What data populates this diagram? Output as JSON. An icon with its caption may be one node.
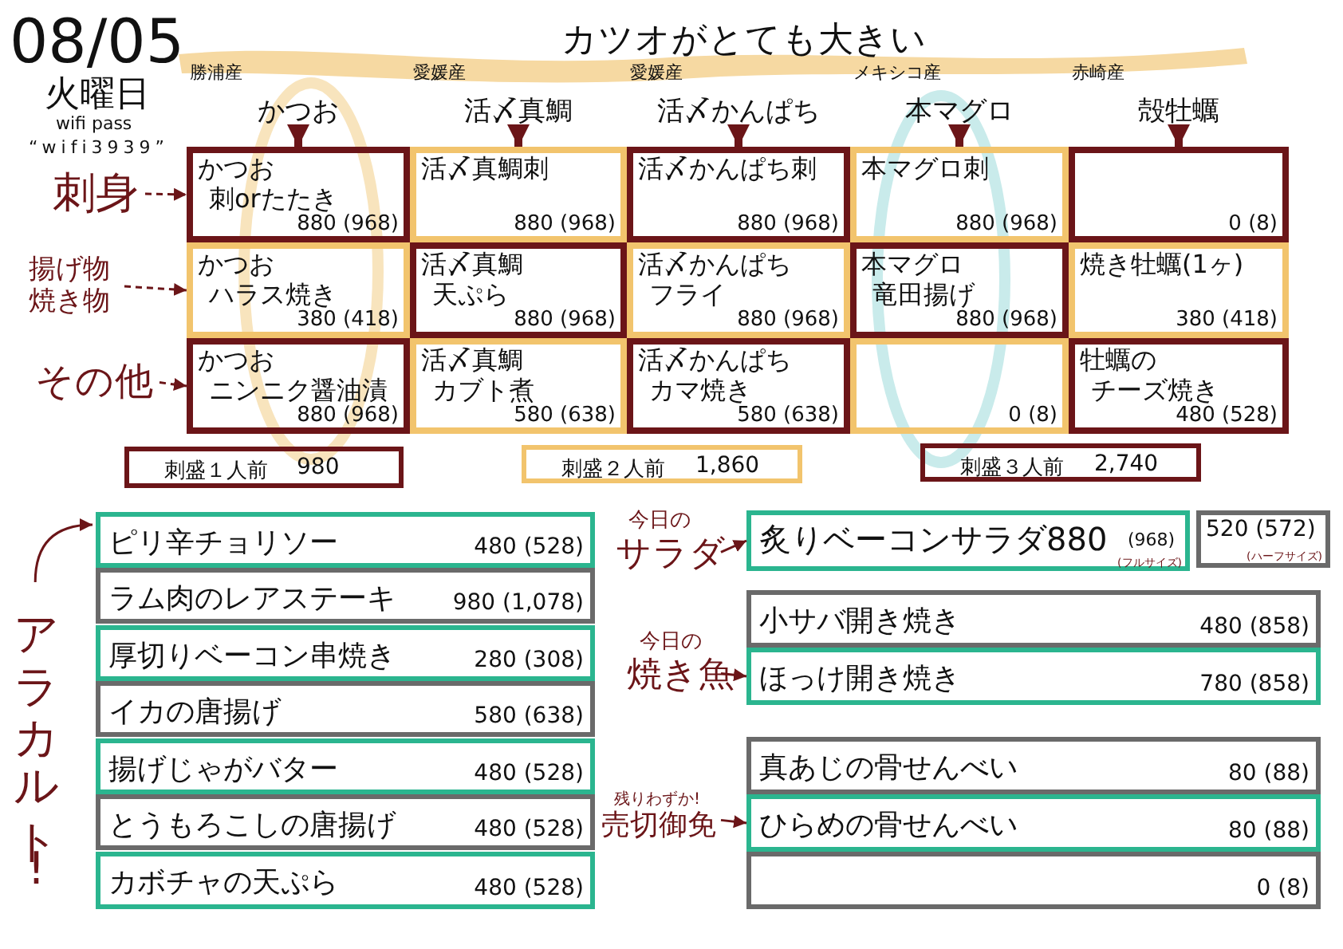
{
  "diagram": {
    "title": "カツオがとても大きい",
    "nodes": [
      {
        "text": [
          "かつお"
        ],
        "beside": [
          "勝浦産"
        ]
      },
      {
        "text": [
          "活〆真鯛"
        ],
        "beside": [
          "愛媛産"
        ]
      },
      {
        "text": [
          "活〆かんぱち"
        ],
        "beside": [
          "愛媛産"
        ]
      },
      {
        "text": [
          "本マグロ"
        ],
        "beside": [
          "メキシコ産"
        ]
      },
      {
        "text": [
          "殻牡蠣"
        ],
        "beside": [
          "赤崎産"
        ]
      },
      {
        "text": [
          "刺身"
        ]
      },
      {
        "text": [
          "揚げ物焼き物"
        ]
      },
      {
        "text": [
          "その他"
        ]
      },
      {
        "text": [
          "かつお",
          "刺orたたき",
          "880 (968)"
        ]
      },
      {
        "text": [
          "活〆真鯛刺",
          "880 (968)"
        ]
      },
      {
        "text": [
          "活〆かんぱち刺",
          "880 (968)"
        ]
      },
      {
        "text": [
          "本マグロ刺",
          "880 (968)"
        ]
      },
      {
        "text": [
          "0 (8)"
        ]
      },
      {
        "text": [
          "かつお",
          "ハラス焼き",
          "380 (418)"
        ]
      },
      {
        "text": [
          "活〆真鯛",
          "天ぷら",
          "880 (968)"
        ]
      },
      {
        "text": [
          "活〆かんぱち",
          "フライ",
          "880 (968)"
        ]
      },
      {
        "text": [
          "本マグロ",
          "竜田揚げ",
          "880 (968)"
        ]
      },
      {
        "text": [
          "焼き牡蠣(1ヶ)",
          "380 (418)"
        ]
      },
      {
        "text": [
          "かつお",
          "ニンニク醤油漬",
          "880 (968)"
        ]
      },
      {
        "text": [
          "活〆真鯛",
          "カブト煮",
          "580 (638)"
        ]
      },
      {
        "text": [
          "活〆かんぱち",
          "カマ焼き",
          "580 (638)"
        ]
      },
      {
        "text": [
          "0 (8)"
        ]
      },
      {
        "text": [
          "牡蠣の",
          "チーズ焼き",
          "480 (528)"
        ]
      },
      {
        "text": [
          "刺盛１人前",
          "980"
        ]
      },
      {
        "text": [
          "刺盛２人前",
          "1,860"
        ]
      },
      {
        "text": [
          "刺盛３人前",
          "2,740"
        ]
      },
      {
        "text": [
          "アラカルト!"
        ]
      },
      {
        "text": [
          "ピリ辛チョリソー",
          "480 (528)"
        ]
      },
      {
        "text": [
          "ラム肉のレアステーキ",
          "980 (1,078)"
        ]
      },
      {
        "text": [
          "厚切りベーコン串焼き",
          "280 (308)"
        ]
      },
      {
        "text": [
          "イカの唐揚げ",
          "580 (638)"
        ]
      },
      {
        "text": [
          "揚げじゃがバター",
          "480 (528)"
        ]
      },
      {
        "text": [
          "とうもろこしの唐揚げ",
          "480 (528)"
        ]
      },
      {
        "text": [
          "カボチャの天ぷら",
          "480 (528)"
        ]
      },
      {
        "text": [
          "今日の",
          "サラダ"
        ]
      },
      {
        "text": [
          "炙りベーコンサラダ880",
          "(968)",
          "(フルサイズ)"
        ]
      },
      {
        "text": [
          "520 (572)",
          "(ハーフサイズ)"
        ]
      },
      {
        "text": [
          "今日の",
          "焼き魚"
        ]
      },
      {
        "text": [
          "小サバ開き焼き",
          "480 (858)"
        ]
      },
      {
        "text": [
          "ほっけ開き焼き",
          "780 (858)"
        ]
      },
      {
        "text": [
          "残りわずか!",
          "売切御免"
        ]
      },
      {
        "text": [
          "真あじの骨せんべい",
          "80 (88)"
        ]
      },
      {
        "text": [
          "ひらめの骨せんべい",
          "80 (88)"
        ]
      },
      {
        "text": [
          "0 (8)"
        ]
      }
    ],
    "edges": [
      {
        "from": 0,
        "to": 8,
        "arrow": "to",
        "style": "thick"
      },
      {
        "from": 1,
        "to": 9,
        "arrow": "to",
        "style": "thick"
      },
      {
        "from": 2,
        "to": 10,
        "arrow": "to",
        "style": "thick"
      },
      {
        "from": 3,
        "to": 11,
        "arrow": "to",
        "style": "thick"
      },
      {
        "from": 4,
        "to": 12,
        "arrow": "to",
        "style": "thick"
      },
      {
        "from": 5,
        "to": 8,
        "arrow": "to",
        "style": "dashed"
      },
      {
        "from": 6,
        "to": 13,
        "arrow": "to",
        "style": "dashed"
      },
      {
        "from": 7,
        "to": 18,
        "arrow": "to",
        "style": "dashed"
      },
      {
        "from": 26,
        "to": 27,
        "arrow": "to"
      },
      {
        "from": 34,
        "to": 35,
        "arrow": "to"
      },
      {
        "from": 37,
        "to": 39,
        "arrow": "to"
      },
      {
        "from": 40,
        "to": 42,
        "arrow": "to"
      }
    ],
    "labels": [
      "08/05",
      "火曜日",
      "wifi pass",
      "“wifi3939”"
    ]
  }
}
